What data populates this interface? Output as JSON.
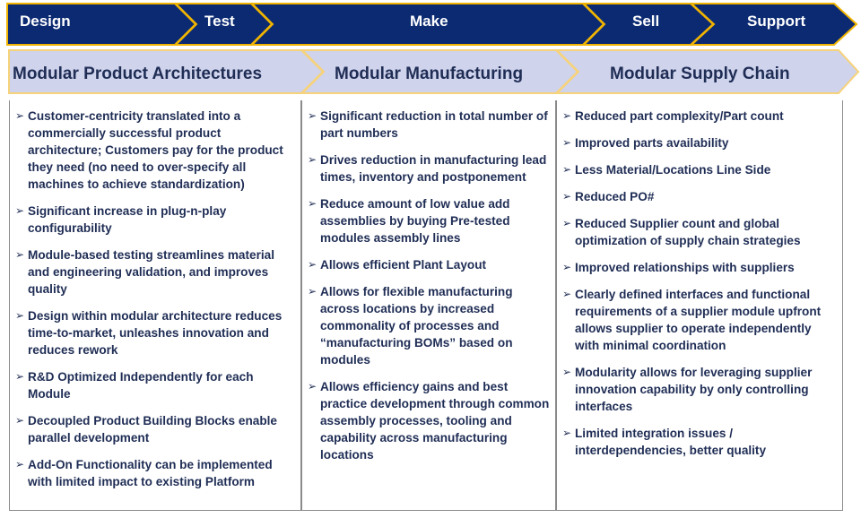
{
  "stages": [
    {
      "label": "Design"
    },
    {
      "label": "Test"
    },
    {
      "label": "Make"
    },
    {
      "label": "Sell"
    },
    {
      "label": "Support"
    }
  ],
  "pillars": [
    {
      "title": "Modular Product Architectures"
    },
    {
      "title": "Modular Manufacturing"
    },
    {
      "title": "Modular Supply  Chain"
    }
  ],
  "bullet_glyph": "➢",
  "columns": [
    {
      "items": [
        "Customer-centricity translated into a commercially successful product architecture; Customers pay for the product they need (no need to over-specify all machines to achieve standardization)",
        "Significant increase in plug-n-play configurability",
        "Module-based testing streamlines material and engineering validation, and improves quality",
        "Design within modular architecture reduces time-to-market, unleashes innovation and reduces rework",
        "R&D Optimized Independently for each Module",
        "Decoupled Product Building Blocks enable parallel development",
        " Add-On Functionality can be implemented with limited impact to existing Platform"
      ]
    },
    {
      "items": [
        "Significant reduction in total number of part numbers",
        "Drives reduction in manufacturing lead times, inventory and postponement",
        "Reduce amount of low value add assemblies by buying Pre-tested modules assembly lines",
        "Allows efficient Plant Layout",
        "Allows for flexible manufacturing across locations by increased commonality of processes and “manufacturing BOMs” based on modules",
        "Allows efficiency gains and best practice development through common assembly processes, tooling and capability across manufacturing locations"
      ]
    },
    {
      "items": [
        "Reduced part complexity/Part count",
        "Improved parts availability",
        "Less Material/Locations Line Side",
        "Reduced PO#",
        "Reduced Supplier count and global optimization of supply chain strategies",
        "Improved relationships with suppliers",
        "Clearly defined interfaces and functional requirements of a supplier module upfront allows supplier to operate independently with minimal coordination",
        "Modularity allows for leveraging supplier innovation capability by only controlling interfaces",
        "Limited integration issues / interdependencies, better quality"
      ]
    }
  ],
  "colors": {
    "stage_fill": "#0b2a72",
    "stage_outline": "#f0b400",
    "pillar_fill": "#cfd3ec",
    "pillar_outline": "#f6d27a",
    "text": "#1f2d55",
    "border": "#8a8a8a"
  }
}
